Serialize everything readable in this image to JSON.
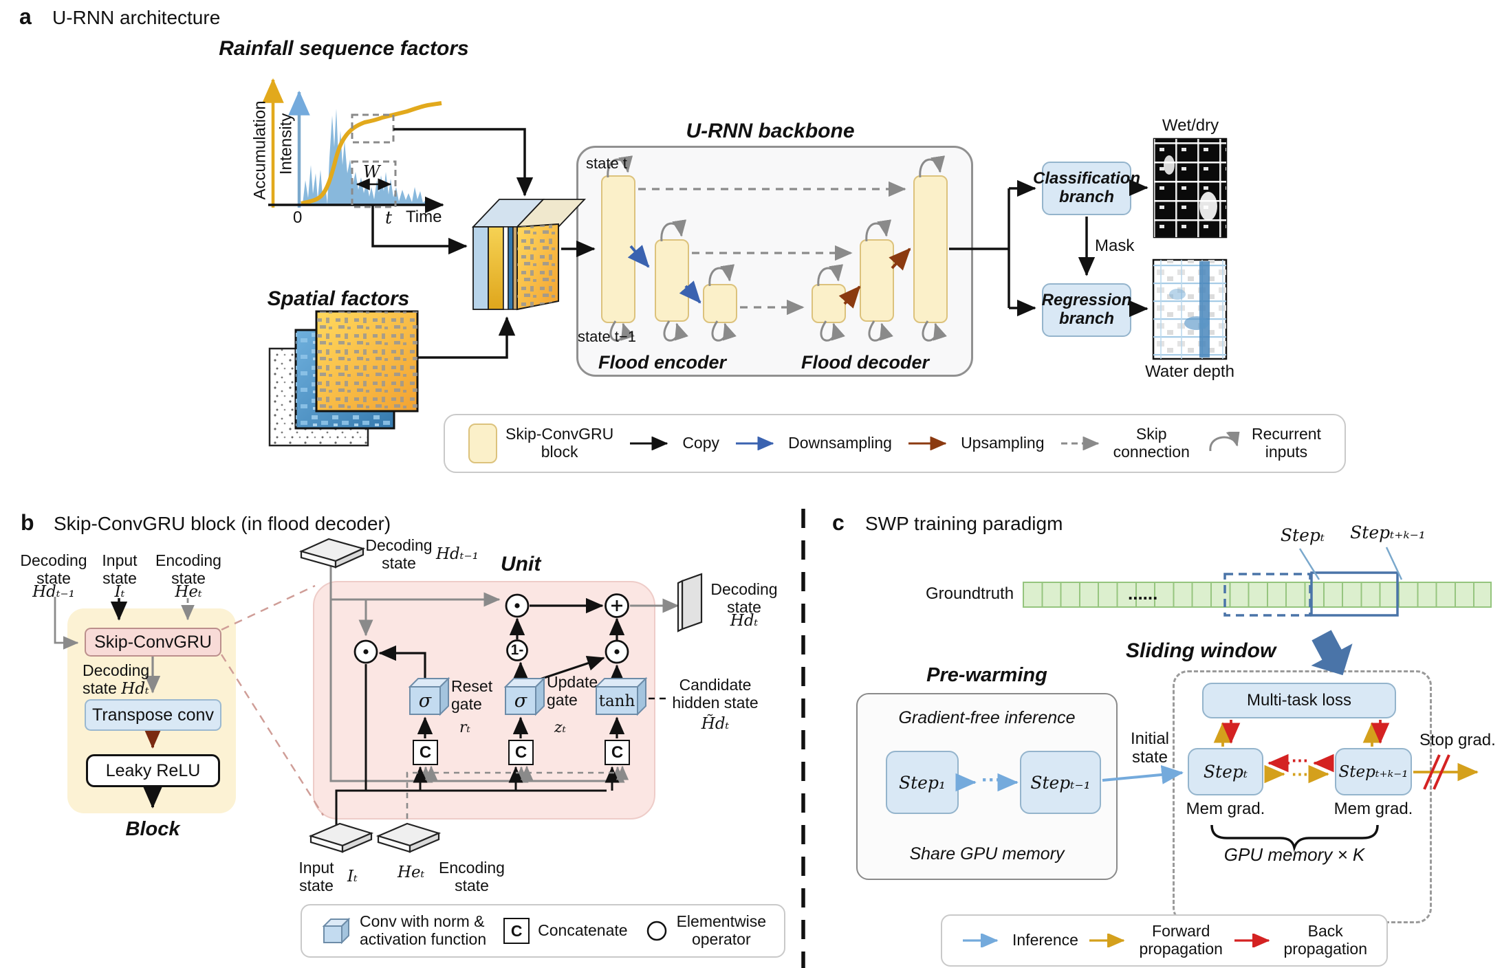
{
  "panel_a": {
    "label": "a",
    "title": "U-RNN architecture",
    "rainfall": {
      "title": "Rainfall sequence factors",
      "ylabel1": "Accumulation",
      "ylabel2": "Intensity",
      "xlabel": "Time",
      "zero": "0",
      "t": "t",
      "w": "W"
    },
    "spatial_title": "Spatial factors",
    "backbone": {
      "title": "U-RNN backbone",
      "state_top": "state t",
      "state_bottom": "state t−1",
      "encoder": "Flood encoder",
      "decoder": "Flood decoder"
    },
    "branches": {
      "classification": "Classification\nbranch",
      "regression": "Regression\nbranch",
      "mask": "Mask"
    },
    "outputs": {
      "wetdry": "Wet/dry",
      "waterdepth": "Water depth"
    },
    "legend": {
      "skip_block": "Skip-ConvGRU\nblock",
      "copy": "Copy",
      "downsampling": "Downsampling",
      "upsampling": "Upsampling",
      "skip_connection": "Skip\nconnection",
      "recurrent": "Recurrent\ninputs"
    }
  },
  "panel_b": {
    "label": "b",
    "title": "Skip-ConvGRU block (in flood decoder)",
    "block": {
      "in_dec": "Decoding\nstate",
      "in_dec_math": "Hdₜ₋₁",
      "in_inp": "Input\nstate",
      "in_inp_math": "Iₜ",
      "in_enc": "Encoding\nstate",
      "in_enc_math": "Heₜ",
      "gru": "Skip-ConvGRU",
      "dec_out": "Decoding\nstate",
      "dec_out_math": "Hdₜ",
      "transpose": "Transpose conv",
      "leaky": "Leaky ReLU",
      "name": "Block"
    },
    "unit": {
      "name": "Unit",
      "top_label": "Decoding\nstate",
      "top_math": "Hdₜ₋₁",
      "sigma": "σ",
      "tanh": "tanh",
      "one_minus": "1-",
      "c": "C",
      "reset": "Reset\ngate",
      "reset_math": "rₜ",
      "update": "Update\ngate",
      "update_math": "zₜ",
      "candidate": "Candidate\nhidden state",
      "candidate_math": "H̃dₜ",
      "out_label": "Decoding\nstate",
      "out_math": "Hdₜ",
      "in_label": "Input\nstate",
      "in_math": "Iₜ",
      "enc_label": "Encoding\nstate",
      "enc_math": "Heₜ"
    },
    "legend": {
      "conv": "Conv with norm &\nactivation function",
      "c": "C",
      "concat": "Concatenate",
      "elementwise": "Elementwise\noperator"
    }
  },
  "panel_c": {
    "label": "c",
    "title": "SWP training paradigm",
    "groundtruth": "Groundtruth",
    "bar_dots": "......",
    "step_t_label": "Stepₜ",
    "step_tk_label": "Stepₜ₊ₖ₋₁",
    "sliding": "Sliding window",
    "prewarm": {
      "title": "Pre-warming",
      "gfi": "Gradient-free inference",
      "step1": "Step₁",
      "steptm1": "Stepₜ₋₁",
      "share": "Share GPU memory",
      "dots": "···"
    },
    "initial": "Initial\nstate",
    "window": {
      "multitask": "Multi-task loss",
      "step_t": "Stepₜ",
      "step_tk": "Stepₜ₊ₖ₋₁",
      "mem_left": "Mem grad.",
      "mem_right": "Mem grad.",
      "gpu": "GPU memory × K",
      "red_dots": "⋯",
      "gold_dots": "⋯"
    },
    "stop": "Stop grad.",
    "legend": {
      "inference": "Inference",
      "forward": "Forward\npropagation",
      "back": "Back\npropagation"
    }
  },
  "colors": {
    "gold_axis": "#e2a91c",
    "downsampling_blue": "#3a62b0",
    "upsampling_brown": "#8b3a10",
    "inference_blue": "#74aadc",
    "forward_gold": "#d4a01c",
    "back_red": "#d42222",
    "steel_blue": "#4a74a8",
    "block_yellow": "#fbf0c9",
    "gru_pink": "#f8dbd7",
    "light_blue_box": "#d9e8f5",
    "green_bar": "#dcefce"
  }
}
